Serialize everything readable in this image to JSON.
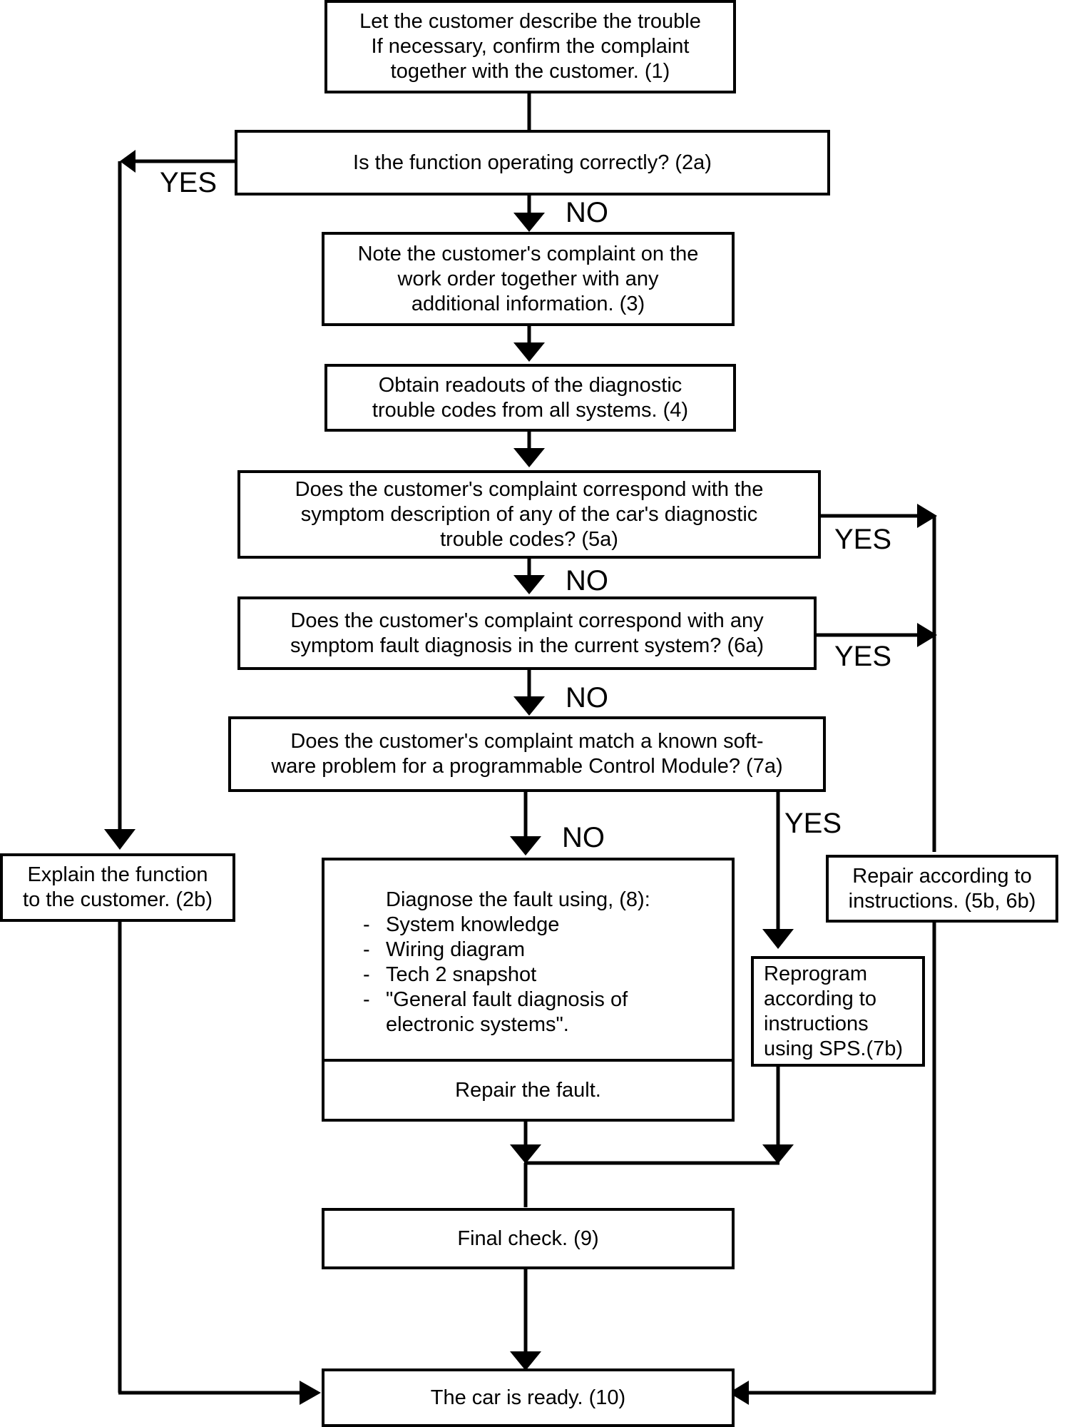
{
  "nodes": {
    "step1": [
      "Let the customer describe the trouble",
      "If necessary, confirm the complaint",
      "together with the customer. (1)"
    ],
    "step2a": [
      "Is the function operating correctly?   (2a)"
    ],
    "step3": [
      "Note the customer's complaint on the",
      "work order together with any",
      "additional information.  (3)"
    ],
    "step4": [
      "Obtain readouts of the diagnostic",
      "trouble codes from all systems. (4)"
    ],
    "step5a": [
      "Does the customer's complaint correspond with the",
      "symptom description of any of the car's diagnostic",
      "trouble codes? (5a)"
    ],
    "step6a": [
      "Does the customer's complaint correspond with any",
      "symptom fault diagnosis in the current system? (6a)"
    ],
    "step7a": [
      "Does the customer's complaint match a known soft-",
      "ware problem for a programmable Control Module? (7a)"
    ],
    "step2b": [
      "Explain the function",
      "to the customer. (2b)"
    ],
    "step8": {
      "heading": "Diagnose the fault using, (8):",
      "items": [
        "System knowledge",
        "Wiring diagram",
        "Tech 2 snapshot",
        "\"General fault diagnosis of",
        "electronic systems\"."
      ],
      "item_markers": [
        "-",
        "-",
        "-",
        "-",
        ""
      ],
      "repair": "Repair the fault."
    },
    "step7b": [
      "Reprogram",
      "according to",
      "instructions",
      "using SPS.(7b)"
    ],
    "step5b6b": [
      "Repair according to",
      "instructions. (5b, 6b)"
    ],
    "step9": [
      "Final check. (9)"
    ],
    "step10": [
      "The car is ready. (10)"
    ]
  },
  "labels": {
    "yes_2a": "YES",
    "no_2a": "NO",
    "yes_5a": "YES",
    "no_5a": "NO",
    "yes_6a": "YES",
    "no_6a": "NO",
    "yes_7a": "YES",
    "no_7a": "NO"
  }
}
